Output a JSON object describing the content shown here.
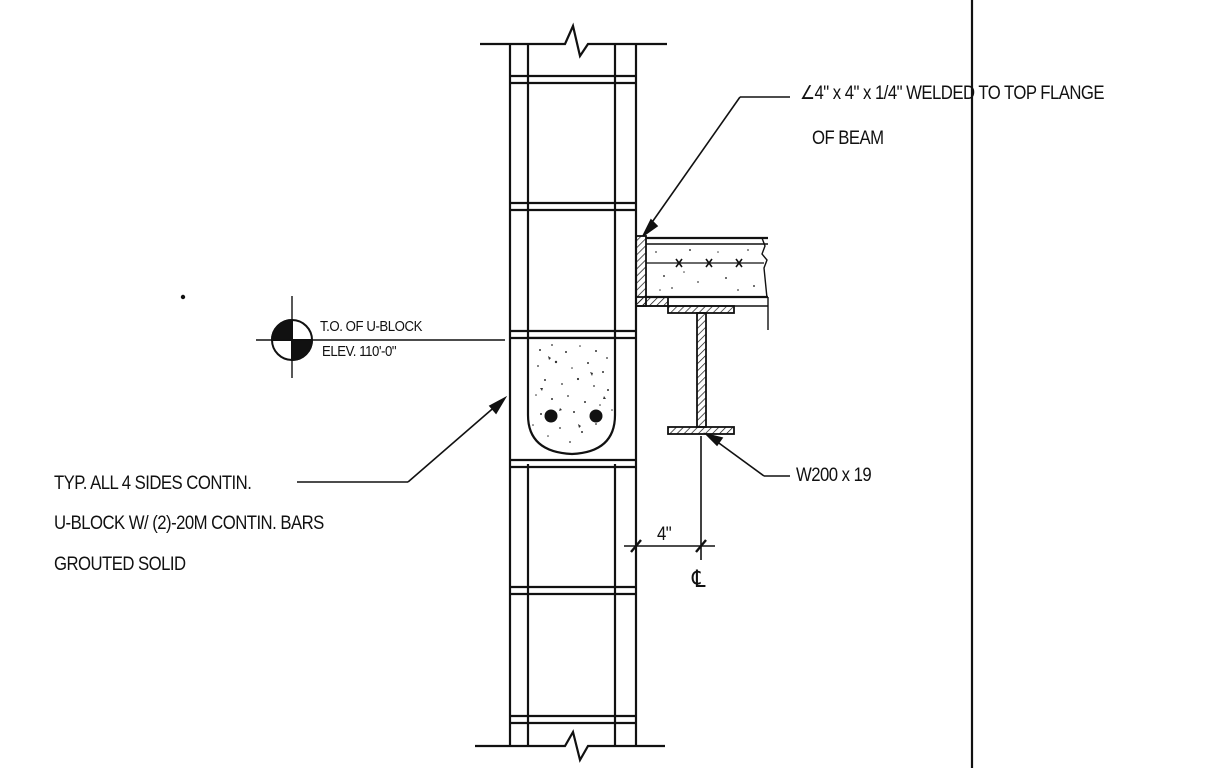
{
  "labels": {
    "angle_callout_line1": "∠4\" x 4\" x 1/4\" WELDED TO TOP FLANGE",
    "angle_callout_line2": "OF BEAM",
    "elevation_line1": "T.O. OF U-BLOCK",
    "elevation_line2": "ELEV. 110'-0\"",
    "ublock_line1": "TYP. ALL 4 SIDES CONTIN.",
    "ublock_line2": "U-BLOCK W/ (2)-20M CONTIN. BARS",
    "ublock_line3": "GROUTED SOLID",
    "beam_label": "W200 x 19",
    "dimension_label": "4\"",
    "centerline_symbol": "℄"
  },
  "colors": {
    "ink": "#111111",
    "paper": "#ffffff"
  }
}
